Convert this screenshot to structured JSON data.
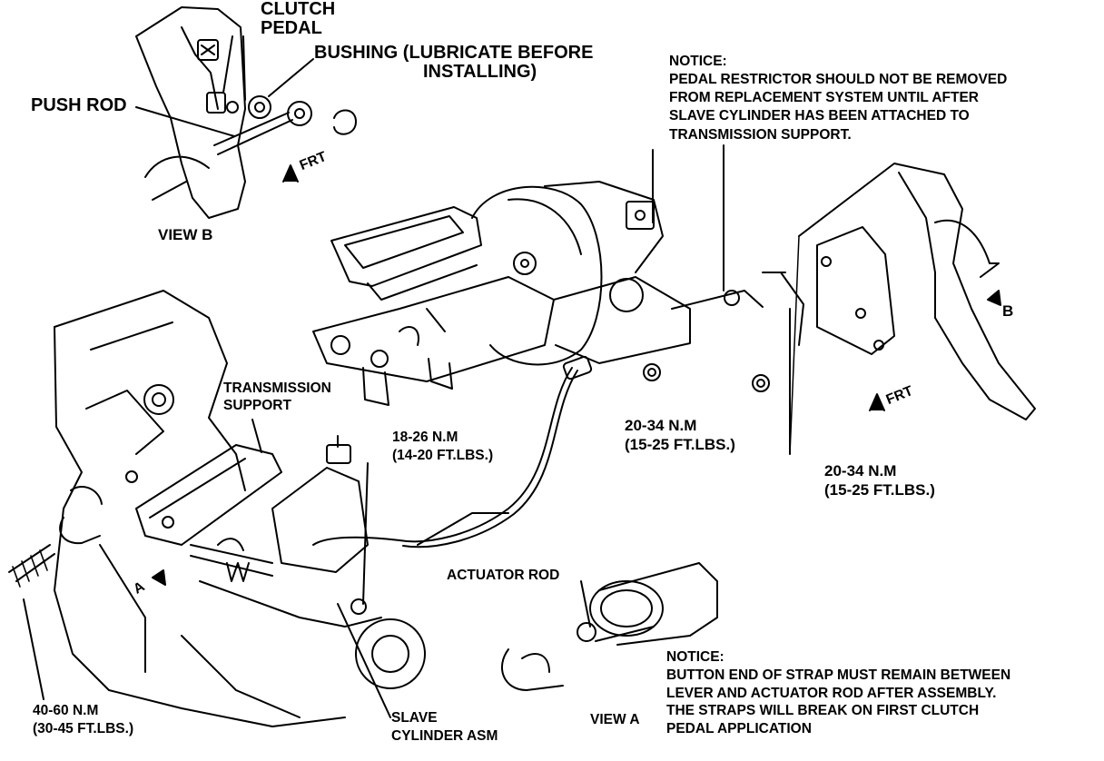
{
  "labels": {
    "clutch_pedal": [
      "CLUTCH",
      "PEDAL"
    ],
    "bushing": [
      "BUSHING (LUBRICATE BEFORE",
      "INSTALLING)"
    ],
    "push_rod": "PUSH ROD",
    "frt_top": "FRT",
    "view_b": "VIEW B",
    "notice_top": [
      "NOTICE:",
      "PEDAL RESTRICTOR SHOULD NOT BE REMOVED",
      "FROM REPLACEMENT SYSTEM UNTIL AFTER",
      "SLAVE CYLINDER HAS BEEN ATTACHED TO",
      "TRANSMISSION SUPPORT."
    ],
    "b_marker": "B",
    "frt_right": "FRT",
    "transmission_support": [
      "TRANSMISSION",
      "SUPPORT"
    ],
    "torque_18_26": [
      "18-26 N.M",
      "(14-20 FT.LBS.)"
    ],
    "torque_20_34_center": [
      "20-34 N.M",
      "(15-25 FT.LBS.)"
    ],
    "torque_20_34_right": [
      "20-34 N.M",
      "(15-25 FT.LBS.)"
    ],
    "actuator_rod": "ACTUATOR ROD",
    "notice_bottom": [
      "NOTICE:",
      "BUTTON END OF STRAP MUST REMAIN BETWEEN",
      "LEVER AND ACTUATOR ROD AFTER ASSEMBLY.",
      "THE STRAPS WILL BREAK ON FIRST CLUTCH",
      "PEDAL APPLICATION"
    ],
    "view_a": "VIEW A",
    "slave_cylinder": [
      "SLAVE",
      "CYLINDER ASM"
    ],
    "torque_40_60": [
      "40-60 N.M",
      "(30-45 FT.LBS.)"
    ],
    "a_marker": "A"
  }
}
